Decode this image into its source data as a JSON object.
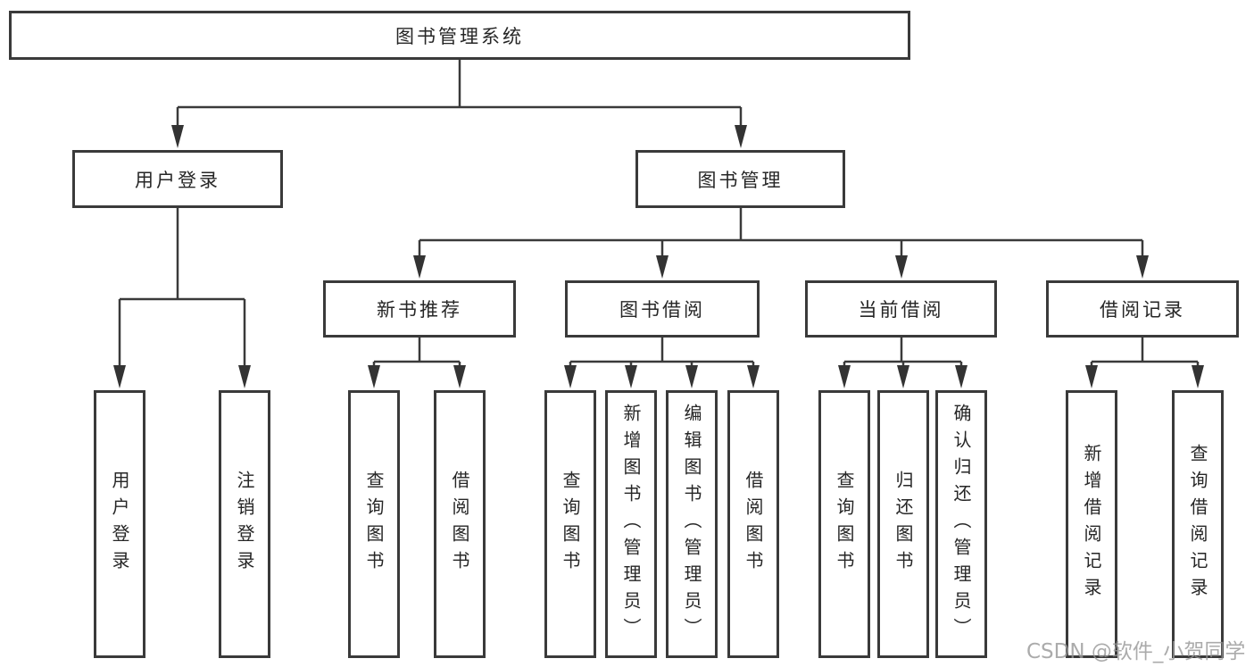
{
  "diagram": {
    "root": {
      "label": "图书管理系统"
    },
    "branches": [
      {
        "label": "用户登录",
        "children": [
          {
            "label": "用户登录"
          },
          {
            "label": "注销登录"
          }
        ]
      },
      {
        "label": "图书管理",
        "children": [
          {
            "label": "新书推荐",
            "children": [
              {
                "label": "查询图书"
              },
              {
                "label": "借阅图书"
              }
            ]
          },
          {
            "label": "图书借阅",
            "children": [
              {
                "label": "查询图书"
              },
              {
                "label": "新增图书（管理员）"
              },
              {
                "label": "编辑图书（管理员）"
              },
              {
                "label": "借阅图书"
              }
            ]
          },
          {
            "label": "当前借阅",
            "children": [
              {
                "label": "查询图书"
              },
              {
                "label": "归还图书"
              },
              {
                "label": "确认归还（管理员）"
              }
            ]
          },
          {
            "label": "借阅记录",
            "children": [
              {
                "label": "新增借阅记录"
              },
              {
                "label": "查询借阅记录"
              }
            ]
          }
        ]
      }
    ]
  },
  "watermark": {
    "text": "CSDN @软件_小贺同学"
  },
  "colors": {
    "line": "#3a3a3a",
    "box_border": "#3a3a3a",
    "box_fill": "#ffffff",
    "text": "#262626",
    "watermark": "#969696",
    "background": "#ffffff"
  }
}
